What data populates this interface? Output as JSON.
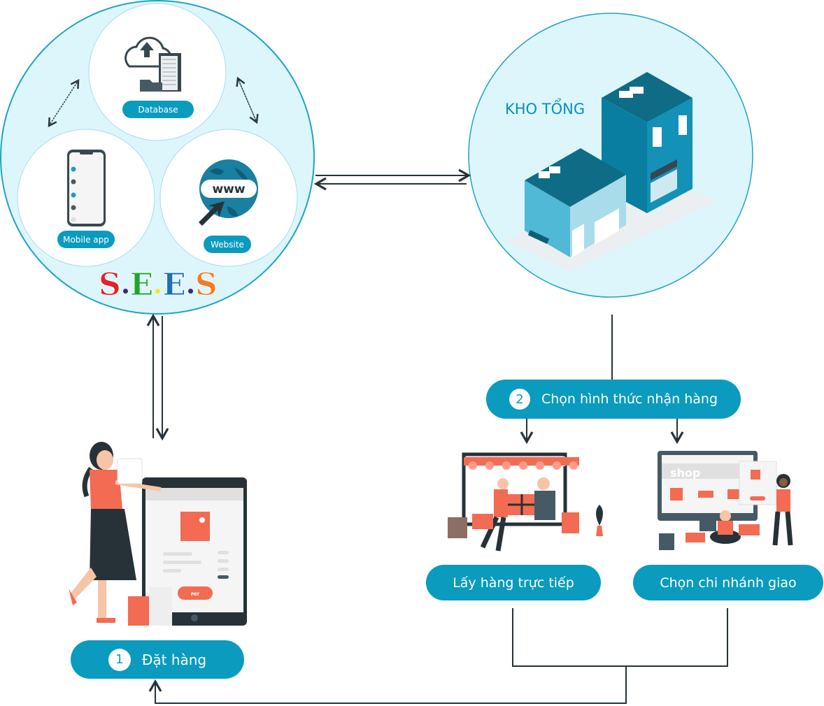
{
  "system": {
    "brand": {
      "letters": [
        "S",
        "E",
        "E",
        "S"
      ],
      "letter_colors": [
        "#e0242a",
        "#1aa82c",
        "#1a6fc0",
        "#f57b22"
      ],
      "dot_colors": [
        "#3a2a7a",
        "#f3e430",
        "#3a2a7a"
      ]
    },
    "components": [
      {
        "label": "Database",
        "icon": "cloud-database-icon"
      },
      {
        "label": "Mobile app",
        "icon": "smartphone-icon"
      },
      {
        "label": "Website",
        "icon": "globe-www-icon"
      }
    ]
  },
  "warehouse": {
    "title": "KHO TỔNG",
    "icon": "buildings-icon"
  },
  "steps": [
    {
      "number": "1",
      "label": "Đặt hàng",
      "icon": "shopping-tablet-illustration"
    },
    {
      "number": "2",
      "label": "Chọn hình thức nhận hàng"
    }
  ],
  "options": [
    {
      "label": "Lấy hàng trực tiếp",
      "icon": "store-pickup-illustration"
    },
    {
      "label": "Chọn chi nhánh giao",
      "icon": "online-shop-illustration"
    }
  ],
  "colors": {
    "accent": "#0a9bbf",
    "circle_fill": "#dcf6fc",
    "circle_stroke": "#1fa3c4",
    "line": "#263238",
    "orange": "#f26b52"
  }
}
